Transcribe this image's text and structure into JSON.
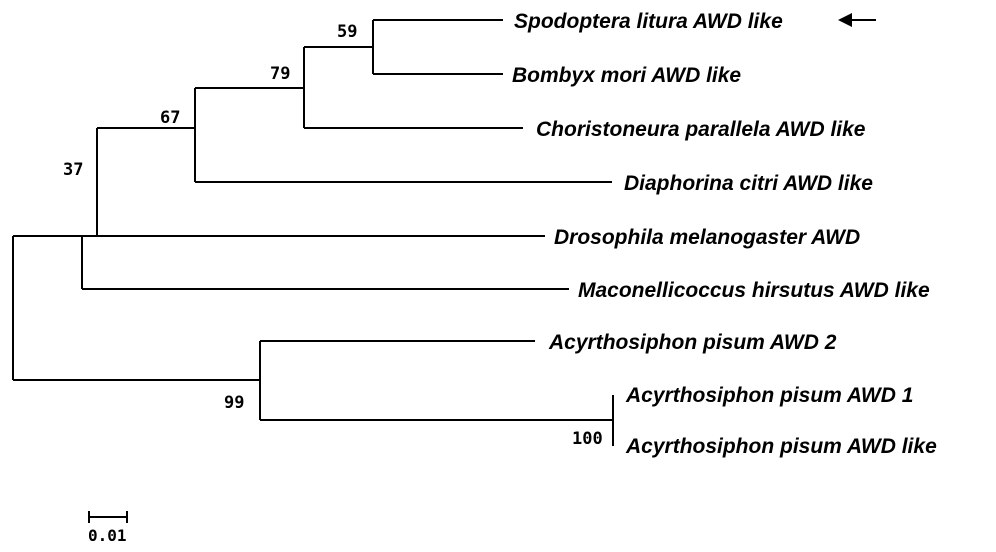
{
  "tree": {
    "taxa": [
      "Spodoptera litura AWD like",
      "Bombyx mori AWD like",
      "Choristoneura parallela AWD like",
      "Diaphorina citri AWD like",
      "Drosophila melanogaster AWD",
      "Maconellicoccus hirsutus AWD like",
      "Acyrthosiphon pisum AWD 2",
      "Acyrthosiphon pisum AWD 1",
      "Acyrthosiphon pisum AWD like"
    ],
    "bootstrap": {
      "spodoptera_bombyx": "59",
      "lepidoptera": "79",
      "clade_67": "67",
      "clade_37": "37",
      "acyrthosiphon": "99",
      "acyrthosiphon_pair": "100"
    },
    "highlight": "Spodoptera litura AWD like",
    "scale_bar": {
      "label": "0.01"
    }
  },
  "colors": {
    "ink": "#000000",
    "background": "#ffffff"
  }
}
